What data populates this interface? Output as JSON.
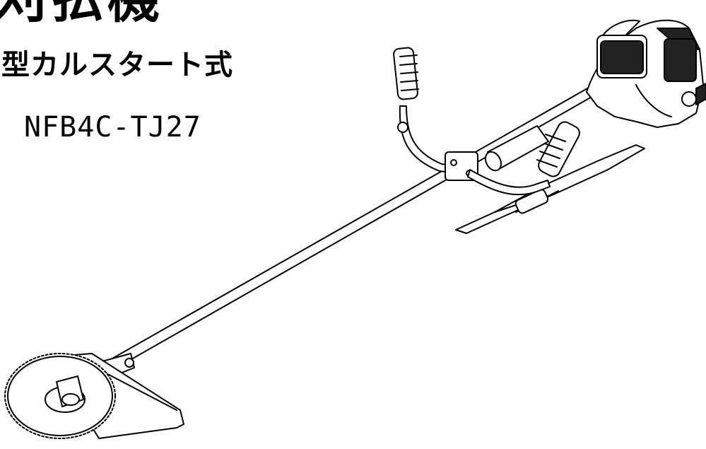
{
  "document": {
    "title": "刈払機",
    "subtitle": "型カルスタート式",
    "model_number": "NFB4C-TJ27"
  },
  "illustration": {
    "subject": "brush-cutter-illustration",
    "line_color": "#000000",
    "fill_color": "#ffffff"
  }
}
